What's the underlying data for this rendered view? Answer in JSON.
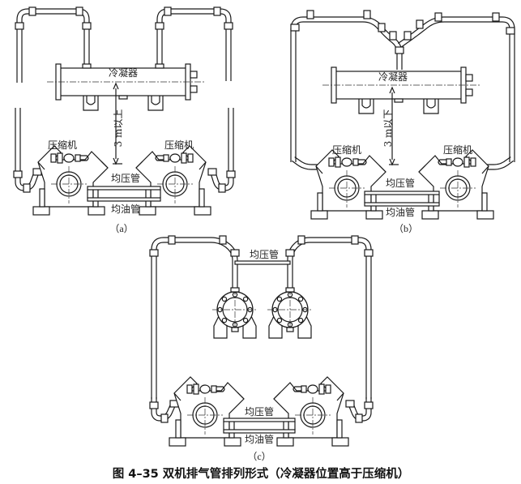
{
  "figure": {
    "caption": "图 4–35   双机排气管排列形式（冷凝器位置高于压缩机）",
    "line_color": "#1a1a1a"
  },
  "panel_a": {
    "sublabel": "（a）",
    "condenser_label": "冷凝器",
    "height_label": "3 m以上",
    "compressor_left_label": "压缩机",
    "compressor_right_label": "压缩机",
    "equalizer_gas_label": "均压管",
    "equalizer_oil_label": "均油管"
  },
  "panel_b": {
    "sublabel": "（b）",
    "condenser_label": "冷凝器",
    "height_label": "3 m以下",
    "compressor_left_label": "压缩机",
    "compressor_right_label": "压缩机",
    "equalizer_gas_label": "均压管",
    "equalizer_oil_label": "均油管"
  },
  "panel_c": {
    "sublabel": "（c）",
    "top_equalizer_label": "均压管",
    "equalizer_gas_label": "均压管",
    "equalizer_oil_label": "均油管"
  }
}
